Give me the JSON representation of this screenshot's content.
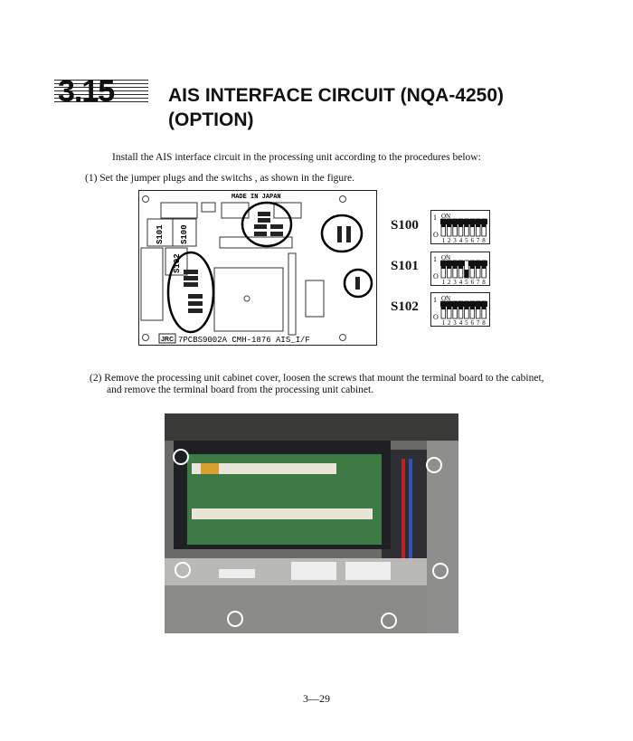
{
  "section": {
    "number": "3.15",
    "title_line1": "AIS INTERFACE CIRCUIT (NQA-4250)",
    "title_line2": "(OPTION)"
  },
  "intro": "Install the AIS interface circuit in the processing unit according to the procedures below:",
  "step1": "(1) Set the jumper plugs and the switchs , as shown in the figure.",
  "pcb": {
    "made_in": "MADE IN JAPAN",
    "s101": "S101",
    "s100": "S100",
    "s102": "S102",
    "brand": "JRC",
    "part": "7PCBS9002A CMH-1876 AIS_I/F"
  },
  "switches": [
    {
      "name": "S100",
      "on_label": "ON",
      "one": "1",
      "zero": "O",
      "positions": "12345678",
      "states": [
        1,
        1,
        1,
        1,
        1,
        1,
        1,
        1
      ]
    },
    {
      "name": "S101",
      "on_label": "ON",
      "one": "1",
      "zero": "O",
      "positions": "12345678",
      "states": [
        1,
        1,
        1,
        1,
        0,
        1,
        1,
        1
      ]
    },
    {
      "name": "S102",
      "on_label": "ON",
      "one": "1",
      "zero": "O",
      "positions": "12345678",
      "states": [
        1,
        1,
        1,
        1,
        1,
        1,
        1,
        1
      ]
    }
  ],
  "step2_line1": "(2) Remove the processing unit cabinet cover, loosen the screws that mount the terminal board to the cabinet,",
  "step2_line2": "and remove the terminal board from the processing unit cabinet.",
  "page_number": "3—29"
}
